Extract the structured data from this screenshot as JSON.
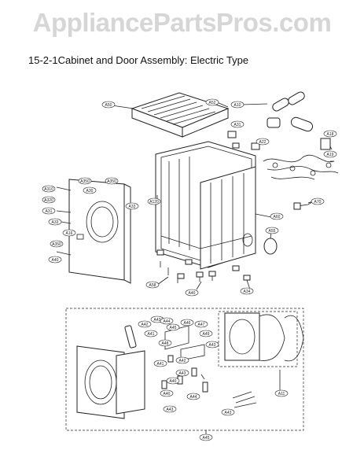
{
  "watermark": "AppliancePartsPros.com",
  "title": "15-2-1Cabinet and Door Assembly: Electric Type",
  "callouts": {
    "a": "A50",
    "b": "A52",
    "c": "A10",
    "d": "A31",
    "e": "A22",
    "f": "A18",
    "g": "A19",
    "h": "A60",
    "i": "A310",
    "j": "A320",
    "k": "A31",
    "l": "A350",
    "m": "A30",
    "n": "A16",
    "o": "A350",
    "p": "A33",
    "q": "A33",
    "r": "A350",
    "s": "A120",
    "t": "A40",
    "u": "A70",
    "v": "A55",
    "w": "A58",
    "x": "A34",
    "y": "A40",
    "z1": "A42",
    "z2": "A43",
    "z3": "A44",
    "z4": "A45",
    "z5": "A46",
    "z6": "A47",
    "z7": "A41",
    "z8": "A48",
    "z9": "A49",
    "z10": "A43",
    "z11": "A41",
    "z12": "A42",
    "z13": "A40",
    "z14": "A43",
    "z15": "A40",
    "z16": "A44",
    "z17": "A11",
    "z18": "A43",
    "z19": "A43",
    "z20": "A45"
  }
}
